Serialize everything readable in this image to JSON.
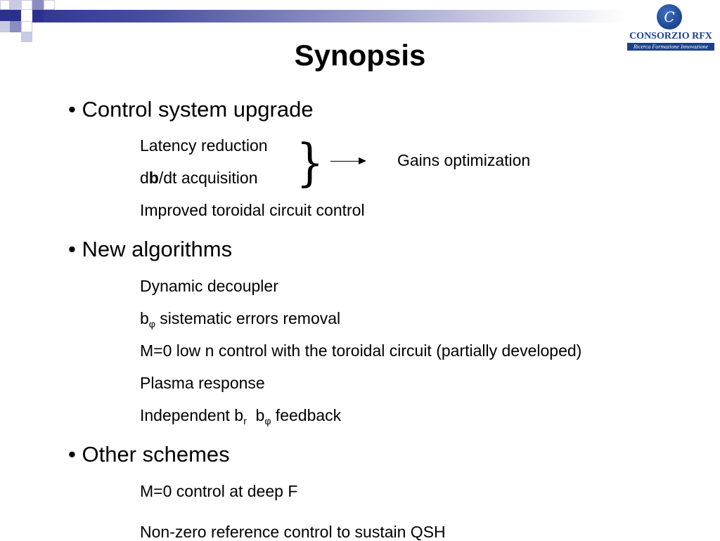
{
  "slide": {
    "title": "Synopsis",
    "logo": {
      "name": "CONSORZIO RFX",
      "tagline": "Ricerca Formazione Innovazione",
      "mark": "C"
    },
    "sections": [
      {
        "heading": "• Control system upgrade",
        "items": [
          "Latency reduction",
          {
            "pre": "d",
            "bold": "b",
            "post": "/dt acquisition"
          },
          "Improved toroidal circuit control"
        ],
        "gains_label": "Gains optimization"
      },
      {
        "heading": "• New algorithms",
        "items": [
          "Dynamic decoupler",
          {
            "pre": "b",
            "sub": "φ",
            "post": " sistematic errors removal"
          },
          "M=0 low n control with the toroidal circuit (partially developed)",
          "Plasma response",
          {
            "pre": "Independent b",
            "sub1": "r",
            "mid": "  b",
            "sub2": "φ",
            "post": " feedback"
          }
        ]
      },
      {
        "heading": "• Other schemes",
        "items": [
          "M=0 control at deep F",
          "Non-zero reference control to sustain QSH"
        ]
      }
    ]
  },
  "colors": {
    "band_dark": "#2b2f8f",
    "logo_blue": "#1a3f8f"
  }
}
